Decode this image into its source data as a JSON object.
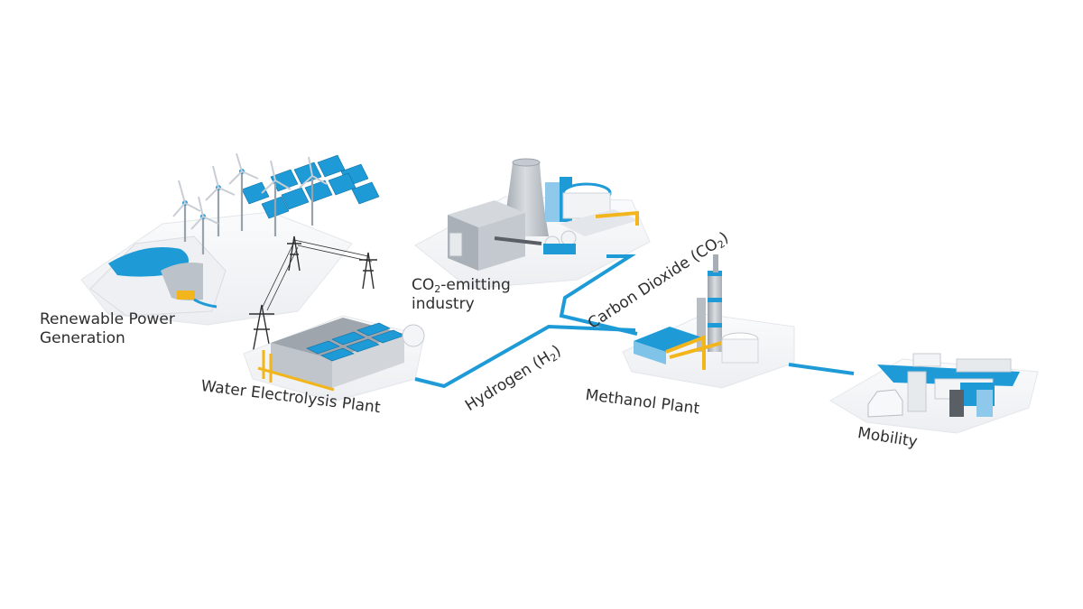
{
  "labels": {
    "renewable_line1": "Renewable Power",
    "renewable_line2": "Generation",
    "electrolysis": "Water Electrolysis Plant",
    "co2_prefix": "CO",
    "co2_sub": "2",
    "co2_suffix": "-emitting",
    "co2_line2": "industry",
    "methanol": "Methanol Plant",
    "mobility": "Mobility"
  },
  "flows": {
    "hydrogen_prefix": "Hydrogen (H",
    "hydrogen_sub": "2",
    "hydrogen_suffix": ")",
    "co2_prefix": "Carbon Dioxide (CO",
    "co2_sub": "2",
    "co2_suffix": ")"
  },
  "colors": {
    "accent_blue": "#1e9bd7",
    "pipe_yellow": "#f2b51c",
    "ground": "#f3f4f6",
    "structure_grey": "#b9bec5"
  },
  "icons": [
    "wind-turbine-icon",
    "solar-panel-icon",
    "dam-icon",
    "power-pylon-icon",
    "factory-icon",
    "cooling-tower-icon",
    "electrolysis-plant-icon",
    "methanol-plant-icon",
    "ship-icon",
    "truck-icon",
    "car-icon"
  ]
}
